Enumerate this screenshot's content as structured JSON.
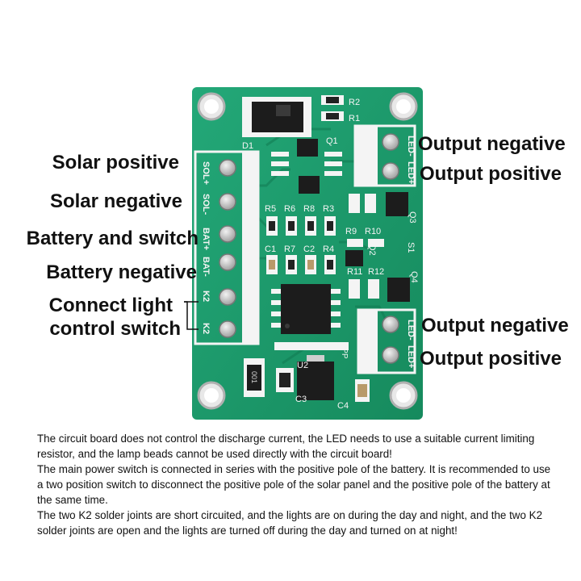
{
  "left_labels": [
    "Solar positive",
    "Solar negative",
    "Battery and switch",
    "Battery negative",
    "Connect light",
    "control switch"
  ],
  "right_labels": [
    "Output negative",
    "Output positive",
    "Output negative",
    "Output positive"
  ],
  "board": {
    "silk": {
      "d1": "D1",
      "r1": "R1",
      "r2": "R2",
      "q1": "Q1",
      "r5": "R5",
      "r6": "R6",
      "r8": "R8",
      "r3": "R3",
      "c1": "C1",
      "r7": "R7",
      "c2": "C2",
      "r4": "R4",
      "r9": "R9",
      "r10": "R10",
      "r11": "R11",
      "r12": "R12",
      "q2": "Q2",
      "q3": "Q3",
      "q4": "Q4",
      "s1": "S1",
      "u2": "U2",
      "c3": "C3",
      "c4": "C4",
      "upp": "UPP",
      "ic_code": "001",
      "pins_left": [
        "SOL+",
        "SOL-",
        "BAT+",
        "BAT-",
        "K2",
        "K2"
      ],
      "out_top": [
        "LED-",
        "LED+"
      ],
      "out_bottom": [
        "LED-",
        "LED+"
      ]
    }
  },
  "description": [
    "The circuit board does not control the discharge current, the LED needs to use a suitable current limiting resistor, and the lamp beads cannot be used directly with the circuit board!",
    "The main power switch is connected in series with the positive pole of the battery. It is recommended to use a two position switch to disconnect the positive pole of the solar panel and the positive pole of the battery at the same time.",
    "The two K2 solder joints are short circuited, and the lights are on during the day and night, and the two K2 solder joints are open and the lights are turned off during the day and turned on at night!"
  ],
  "colors": {
    "pcb": "#1e9c6c",
    "pcb_dark": "#117a52",
    "silk": "#f4f4f4",
    "pad": "#c9c9c9",
    "chip": "#1c1c1c"
  }
}
